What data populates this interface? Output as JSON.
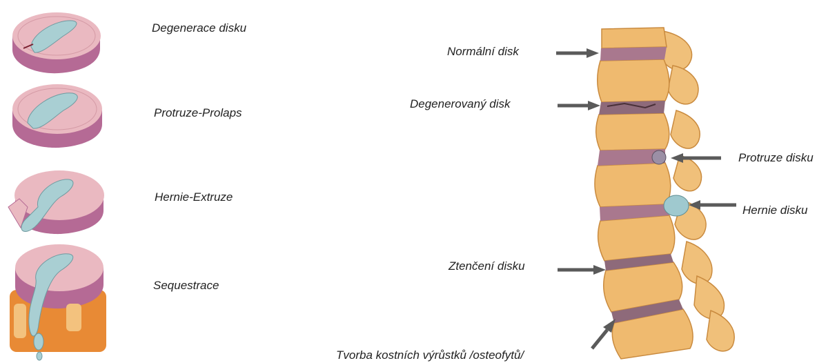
{
  "stages": [
    {
      "label": "Degenerace disku"
    },
    {
      "label": "Protruze-Prolaps"
    },
    {
      "label": "Hernie-Extruze"
    },
    {
      "label": "Sequestrace"
    }
  ],
  "spine_labels": {
    "normal_disc": "Normální disk",
    "degenerated_disc": "Degenerovaný disk",
    "protrusion": "Protruze disku",
    "herniation": "Hernie disku",
    "thinning": "Ztenčení disku",
    "osteophytes": "Tvorba kostních výrůstků /osteofytů/"
  },
  "colors": {
    "disc_top": "#e8b7be",
    "disc_side": "#b56a95",
    "nucleus": "#a9cfd3",
    "bone": "#efba6f",
    "bone_dark": "#c98a3e",
    "arrow": "#5a5a5a"
  }
}
